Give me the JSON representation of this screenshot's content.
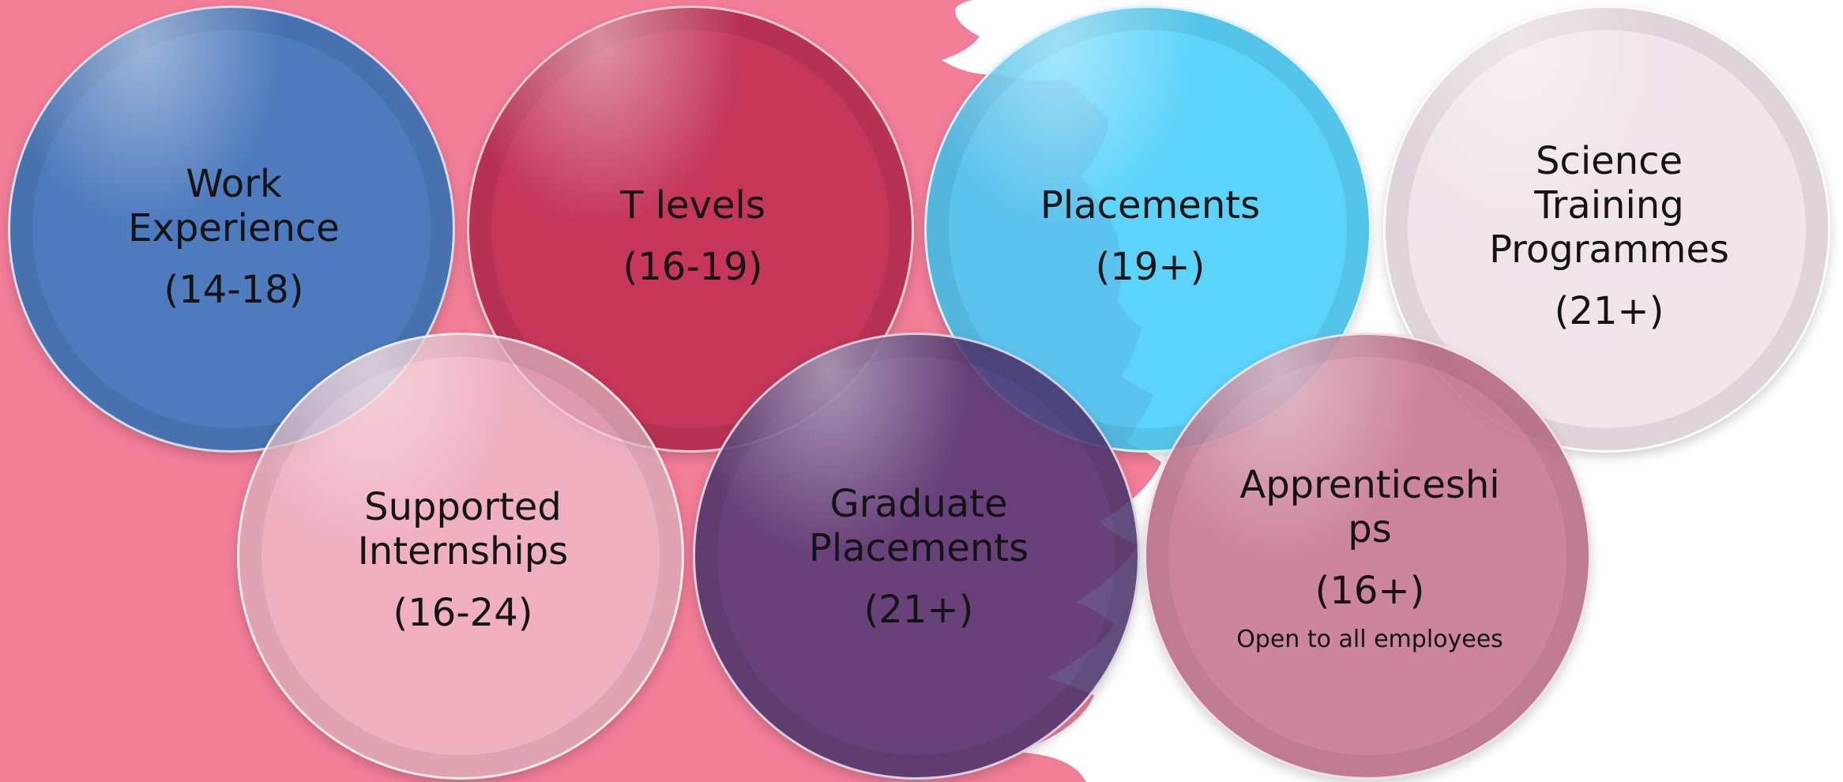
{
  "colors": {
    "background_pink": "#f27d97",
    "background_white": "#ffffff",
    "work_experience": "#477ac0",
    "t_levels": "#c13255",
    "placements": "#46cdfa",
    "science_training": "#f0e4e9",
    "supported_internships": "#eec3d0",
    "graduate_placements": "#523776",
    "apprenticeships": "#c46e8a",
    "text": "#141414"
  },
  "circles": {
    "work_experience": {
      "line1": "Work",
      "line2": "Experience",
      "age": "(14-18)"
    },
    "t_levels": {
      "line1": "T levels",
      "age": "(16-19)"
    },
    "placements": {
      "line1": "Placements",
      "age": "(19+)"
    },
    "science_training": {
      "line1": "Science",
      "line2": "Training",
      "line3": "Programmes",
      "age": "(21+)"
    },
    "supported_internships": {
      "line1": "Supported",
      "line2": "Internships",
      "age": "(16-24)"
    },
    "graduate_placements": {
      "line1": "Graduate",
      "line2": "Placements",
      "age": "(21+)"
    },
    "apprenticeships": {
      "line1": "Apprenticeshi",
      "line2": "ps",
      "age": "(16+)",
      "note": "Open to all employees"
    }
  }
}
